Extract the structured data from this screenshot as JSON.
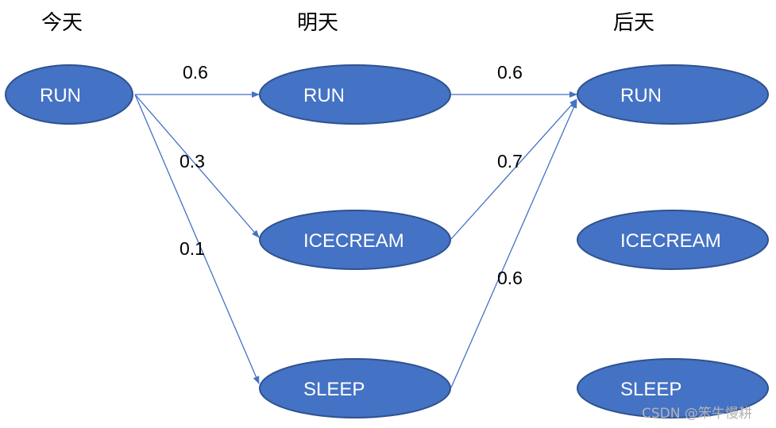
{
  "columns": [
    "今天",
    "明天",
    "后天"
  ],
  "nodes": {
    "today_run": "RUN",
    "tomorrow_run": "RUN",
    "tomorrow_icecream": "ICECREAM",
    "tomorrow_sleep": "SLEEP",
    "dayafter_run": "RUN",
    "dayafter_icecream": "ICECREAM",
    "dayafter_sleep": "SLEEP"
  },
  "edges": [
    {
      "from": "today_run",
      "to": "tomorrow_run",
      "label": "0.6"
    },
    {
      "from": "today_run",
      "to": "tomorrow_icecream",
      "label": "0.3"
    },
    {
      "from": "today_run",
      "to": "tomorrow_sleep",
      "label": "0.1"
    },
    {
      "from": "tomorrow_run",
      "to": "dayafter_run",
      "label": "0.6"
    },
    {
      "from": "tomorrow_icecream",
      "to": "dayafter_run",
      "label": "0.7"
    },
    {
      "from": "tomorrow_sleep",
      "to": "dayafter_run",
      "label": "0.6"
    }
  ],
  "colors": {
    "node_fill": "#4472c4",
    "node_stroke": "#2f528f",
    "edge": "#4472c4",
    "node_text": "#ffffff"
  },
  "watermark": "CSDN @笨牛慢耕"
}
